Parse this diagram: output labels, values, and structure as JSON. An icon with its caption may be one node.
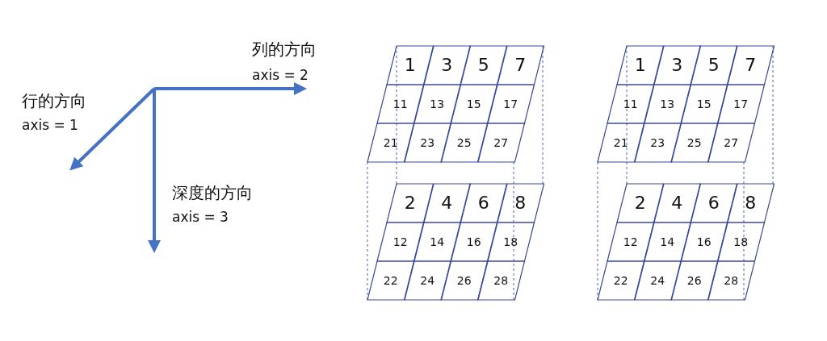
{
  "diagram": {
    "nodes": [
      {
        "text": [
          "1"
        ]
      },
      {
        "text": [
          "3"
        ]
      },
      {
        "text": [
          "5"
        ]
      },
      {
        "text": [
          "7"
        ]
      },
      {
        "text": [
          "11"
        ]
      },
      {
        "text": [
          "13"
        ]
      },
      {
        "text": [
          "15"
        ]
      },
      {
        "text": [
          "17"
        ]
      },
      {
        "text": [
          "21"
        ]
      },
      {
        "text": [
          "23"
        ]
      },
      {
        "text": [
          "25"
        ]
      },
      {
        "text": [
          "27"
        ]
      },
      {
        "text": [
          "2"
        ]
      },
      {
        "text": [
          "4"
        ]
      },
      {
        "text": [
          "6"
        ]
      },
      {
        "text": [
          "8"
        ]
      },
      {
        "text": [
          "12"
        ]
      },
      {
        "text": [
          "14"
        ]
      },
      {
        "text": [
          "16"
        ]
      },
      {
        "text": [
          "18"
        ]
      },
      {
        "text": [
          "22"
        ]
      },
      {
        "text": [
          "24"
        ]
      },
      {
        "text": [
          "26"
        ]
      },
      {
        "text": [
          "28"
        ]
      },
      {
        "text": [
          "1"
        ]
      },
      {
        "text": [
          "3"
        ]
      },
      {
        "text": [
          "5"
        ]
      },
      {
        "text": [
          "7"
        ]
      },
      {
        "text": [
          "11"
        ]
      },
      {
        "text": [
          "13"
        ]
      },
      {
        "text": [
          "15"
        ]
      },
      {
        "text": [
          "17"
        ]
      },
      {
        "text": [
          "21"
        ]
      },
      {
        "text": [
          "23"
        ]
      },
      {
        "text": [
          "25"
        ]
      },
      {
        "text": [
          "27"
        ]
      },
      {
        "text": [
          "2"
        ]
      },
      {
        "text": [
          "4"
        ]
      },
      {
        "text": [
          "6"
        ]
      },
      {
        "text": [
          "8"
        ]
      },
      {
        "text": [
          "12"
        ]
      },
      {
        "text": [
          "14"
        ]
      },
      {
        "text": [
          "16"
        ]
      },
      {
        "text": [
          "18"
        ]
      },
      {
        "text": [
          "22"
        ]
      },
      {
        "text": [
          "24"
        ]
      },
      {
        "text": [
          "26"
        ]
      },
      {
        "text": [
          "28"
        ]
      }
    ],
    "edges": [],
    "labels": [
      "列的方向",
      "axis = 2",
      "行的方向",
      "axis = 1",
      "深度的方向",
      "axis = 3"
    ]
  }
}
